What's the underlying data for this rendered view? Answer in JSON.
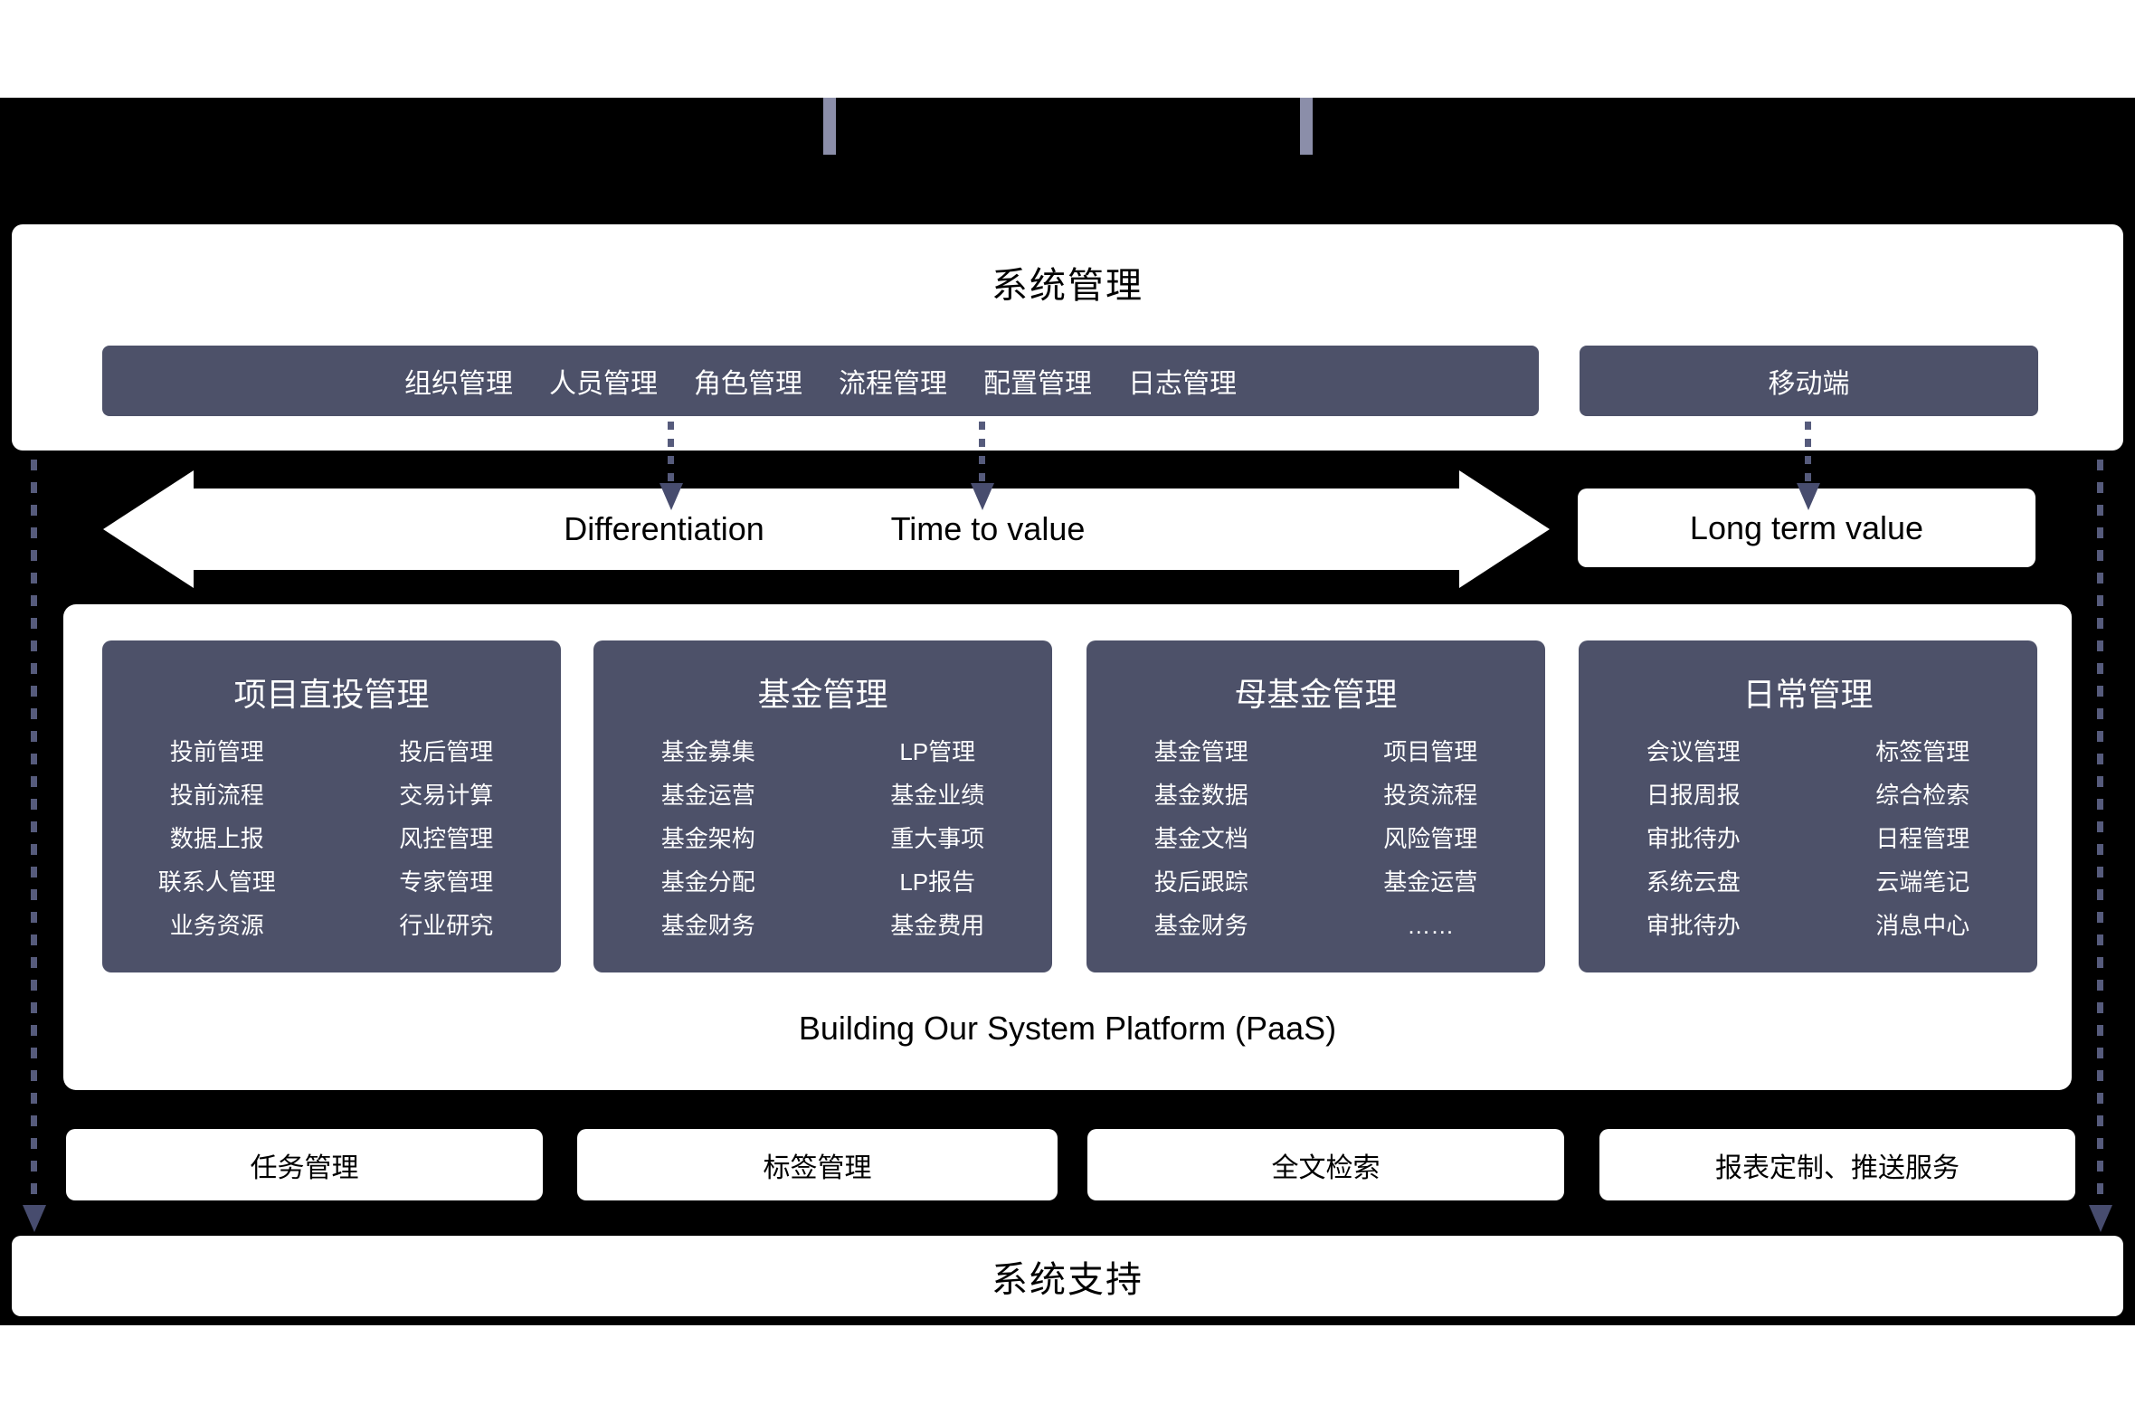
{
  "colors": {
    "panel_dark": "#4d5169",
    "connector_gray": "#8b8ea9",
    "dash": "#565b7c",
    "arrowhead": "#474c6e",
    "background": "#000000"
  },
  "system_box": {
    "title": "系统管理",
    "menu_items": [
      "组织管理",
      "人员管理",
      "角色管理",
      "流程管理",
      "配置管理",
      "日志管理"
    ],
    "mobile_label": "移动端"
  },
  "arrow_band": {
    "label_left": "Differentiation",
    "label_right": "Time to value",
    "side_label": "Long term value"
  },
  "platform_box": {
    "caption": "Building Our System Platform (PaaS)",
    "cards": [
      {
        "title": "项目直投管理",
        "left": [
          "投前管理",
          "投前流程",
          "数据上报",
          "联系人管理",
          "业务资源"
        ],
        "right": [
          "投后管理",
          "交易计算",
          "风控管理",
          "专家管理",
          "行业研究"
        ]
      },
      {
        "title": "基金管理",
        "left": [
          "基金募集",
          "基金运营",
          "基金架构",
          "基金分配",
          "基金财务"
        ],
        "right": [
          "LP管理",
          "基金业绩",
          "重大事项",
          "LP报告",
          "基金费用"
        ]
      },
      {
        "title": "母基金管理",
        "left": [
          "基金管理",
          "基金数据",
          "基金文档",
          "投后跟踪",
          "基金财务"
        ],
        "right": [
          "项目管理",
          "投资流程",
          "风险管理",
          "基金运营",
          "……"
        ]
      },
      {
        "title": "日常管理",
        "left": [
          "会议管理",
          "日报周报",
          "审批待办",
          "系统云盘",
          "审批待办"
        ],
        "right": [
          "标签管理",
          "综合检索",
          "日程管理",
          "云端笔记",
          "消息中心"
        ]
      }
    ]
  },
  "services": [
    "任务管理",
    "标签管理",
    "全文检索",
    "报表定制、推送服务"
  ],
  "support_bar": {
    "label": "系统支持"
  }
}
